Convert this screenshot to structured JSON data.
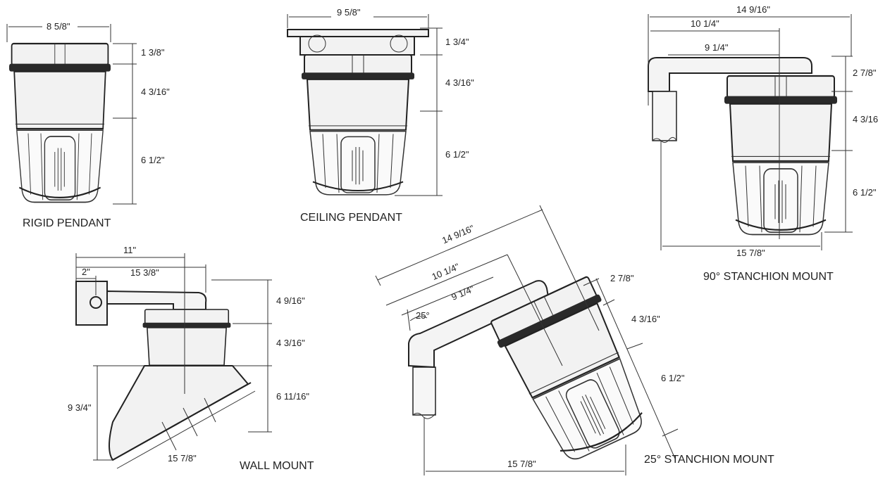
{
  "views": {
    "rigid_pendant": {
      "label": "RIGID PENDANT",
      "dims": {
        "width": "8 5/8\"",
        "top": "1 3/8\"",
        "middle": "4 3/16\"",
        "globe": "6 1/2\""
      }
    },
    "ceiling_pendant": {
      "label": "CEILING  PENDANT",
      "dims": {
        "width": "9 5/8\"",
        "top": "1 3/4\"",
        "middle": "4 3/16\"",
        "globe": "6 1/2\""
      }
    },
    "stanchion_90": {
      "label": "90° STANCHION MOUNT",
      "dims": {
        "overall": "14 9/16\"",
        "arm_long": "10 1/4\"",
        "arm_short": "9 1/4\"",
        "top": "2 7/8\"",
        "middle": "4 3/16\"",
        "globe": "6 1/2\"",
        "height": "15 7/8\""
      }
    },
    "wall_mount": {
      "label": "WALL MOUNT",
      "dims": {
        "reach": "11\"",
        "arm": "15 3/8\"",
        "offset": "2\"",
        "top": "4 9/16\"",
        "middle": "4 3/16\"",
        "reflector": "6 11/16\"",
        "height": "9 3/4\"",
        "diagonal": "15 7/8\""
      }
    },
    "stanchion_25": {
      "label": "25° STANCHION MOUNT",
      "dims": {
        "overall": "14 9/16\"",
        "arm_long": "10 1/4\"",
        "arm_short": "9 1/4\"",
        "angle": "25°",
        "top": "2 7/8\"",
        "middle": "4 3/16\"",
        "globe": "6 1/2\"",
        "height": "15 7/8\""
      }
    }
  }
}
